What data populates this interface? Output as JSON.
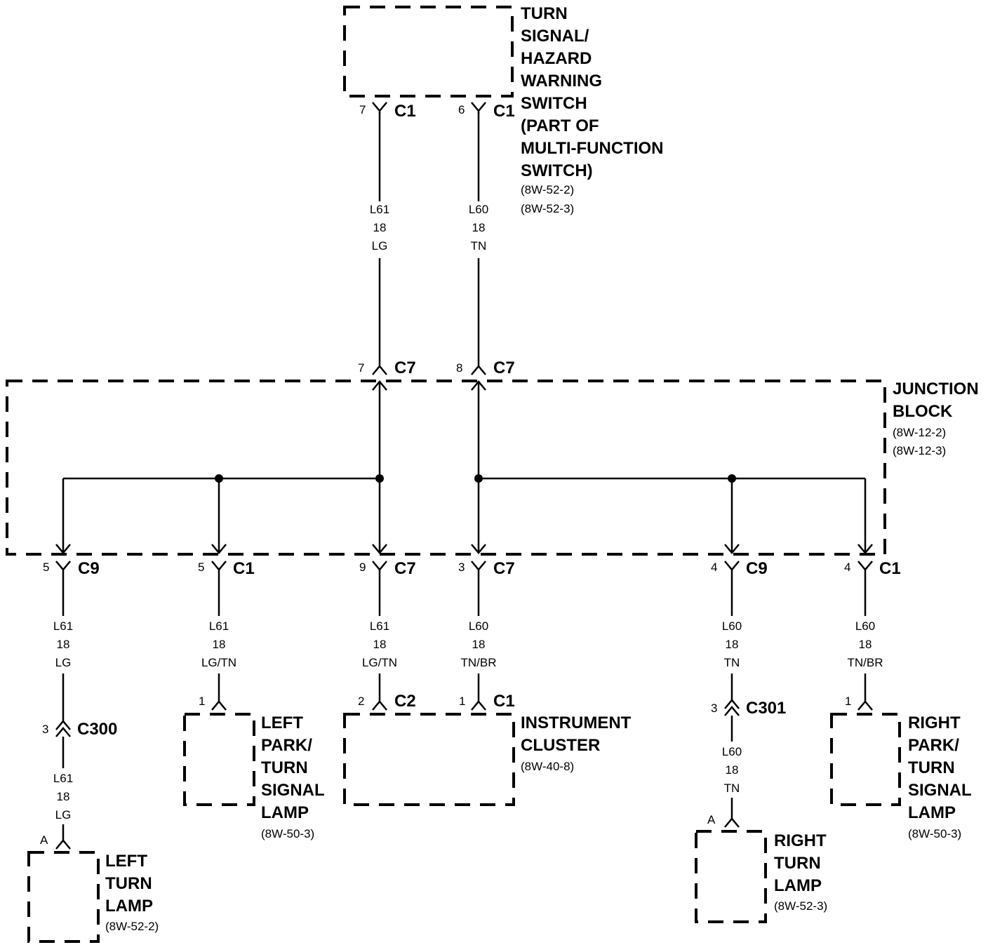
{
  "components": {
    "switch": {
      "lines": [
        "TURN",
        "SIGNAL/",
        "HAZARD",
        "WARNING",
        "SWITCH",
        "(PART OF",
        "MULTI-FUNCTION",
        "SWITCH)"
      ],
      "refs": [
        "(8W-52-2)",
        "(8W-52-3)"
      ]
    },
    "junction_block": {
      "lines": [
        "JUNCTION",
        "BLOCK"
      ],
      "refs": [
        "(8W-12-2)",
        "(8W-12-3)"
      ]
    },
    "left_park_lamp": {
      "lines": [
        "LEFT",
        "PARK/",
        "TURN",
        "SIGNAL",
        "LAMP"
      ],
      "refs": [
        "(8W-50-3)"
      ]
    },
    "instrument_cluster": {
      "lines": [
        "INSTRUMENT",
        "CLUSTER"
      ],
      "refs": [
        "(8W-40-8)"
      ]
    },
    "right_park_lamp": {
      "lines": [
        "RIGHT",
        "PARK/",
        "TURN",
        "SIGNAL",
        "LAMP"
      ],
      "refs": [
        "(8W-50-3)"
      ]
    },
    "left_turn_lamp": {
      "lines": [
        "LEFT",
        "TURN",
        "LAMP"
      ],
      "refs": [
        "(8W-52-2)"
      ]
    },
    "right_turn_lamp": {
      "lines": [
        "RIGHT",
        "TURN",
        "LAMP"
      ],
      "refs": [
        "(8W-52-3)"
      ]
    }
  },
  "connectors": {
    "sw_c1_7": {
      "pin": "7",
      "name": "C1"
    },
    "sw_c1_6": {
      "pin": "6",
      "name": "C1"
    },
    "jb_c7_7": {
      "pin": "7",
      "name": "C7"
    },
    "jb_c7_8": {
      "pin": "8",
      "name": "C7"
    },
    "jb_c9_5": {
      "pin": "5",
      "name": "C9"
    },
    "jb_c1_5": {
      "pin": "5",
      "name": "C1"
    },
    "jb_c7_9": {
      "pin": "9",
      "name": "C7"
    },
    "jb_c7_3": {
      "pin": "3",
      "name": "C7"
    },
    "jb_c9_4": {
      "pin": "4",
      "name": "C9"
    },
    "jb_c1_4": {
      "pin": "4",
      "name": "C1"
    },
    "c300": {
      "pin": "3",
      "name": "C300"
    },
    "c301": {
      "pin": "3",
      "name": "C301"
    },
    "lpl_1": {
      "pin": "1"
    },
    "ic_c2_2": {
      "pin": "2",
      "name": "C2"
    },
    "ic_c1_1": {
      "pin": "1",
      "name": "C1"
    },
    "rpl_1": {
      "pin": "1"
    },
    "ltl_a": {
      "pin": "A"
    },
    "rtl_a": {
      "pin": "A"
    }
  },
  "wires": {
    "w_l61_top": {
      "circuit": "L61",
      "gauge": "18",
      "color": "LG"
    },
    "w_l60_top": {
      "circuit": "L60",
      "gauge": "18",
      "color": "TN"
    },
    "w_l61_c9": {
      "circuit": "L61",
      "gauge": "18",
      "color": "LG"
    },
    "w_l61_c1": {
      "circuit": "L61",
      "gauge": "18",
      "color": "LG/TN"
    },
    "w_l61_c7": {
      "circuit": "L61",
      "gauge": "18",
      "color": "LG/TN"
    },
    "w_l60_c7": {
      "circuit": "L60",
      "gauge": "18",
      "color": "TN/BR"
    },
    "w_l60_c9": {
      "circuit": "L60",
      "gauge": "18",
      "color": "TN"
    },
    "w_l60_c1": {
      "circuit": "L60",
      "gauge": "18",
      "color": "TN/BR"
    },
    "w_l61_c300": {
      "circuit": "L61",
      "gauge": "18",
      "color": "LG"
    },
    "w_l60_c301": {
      "circuit": "L60",
      "gauge": "18",
      "color": "TN"
    }
  }
}
